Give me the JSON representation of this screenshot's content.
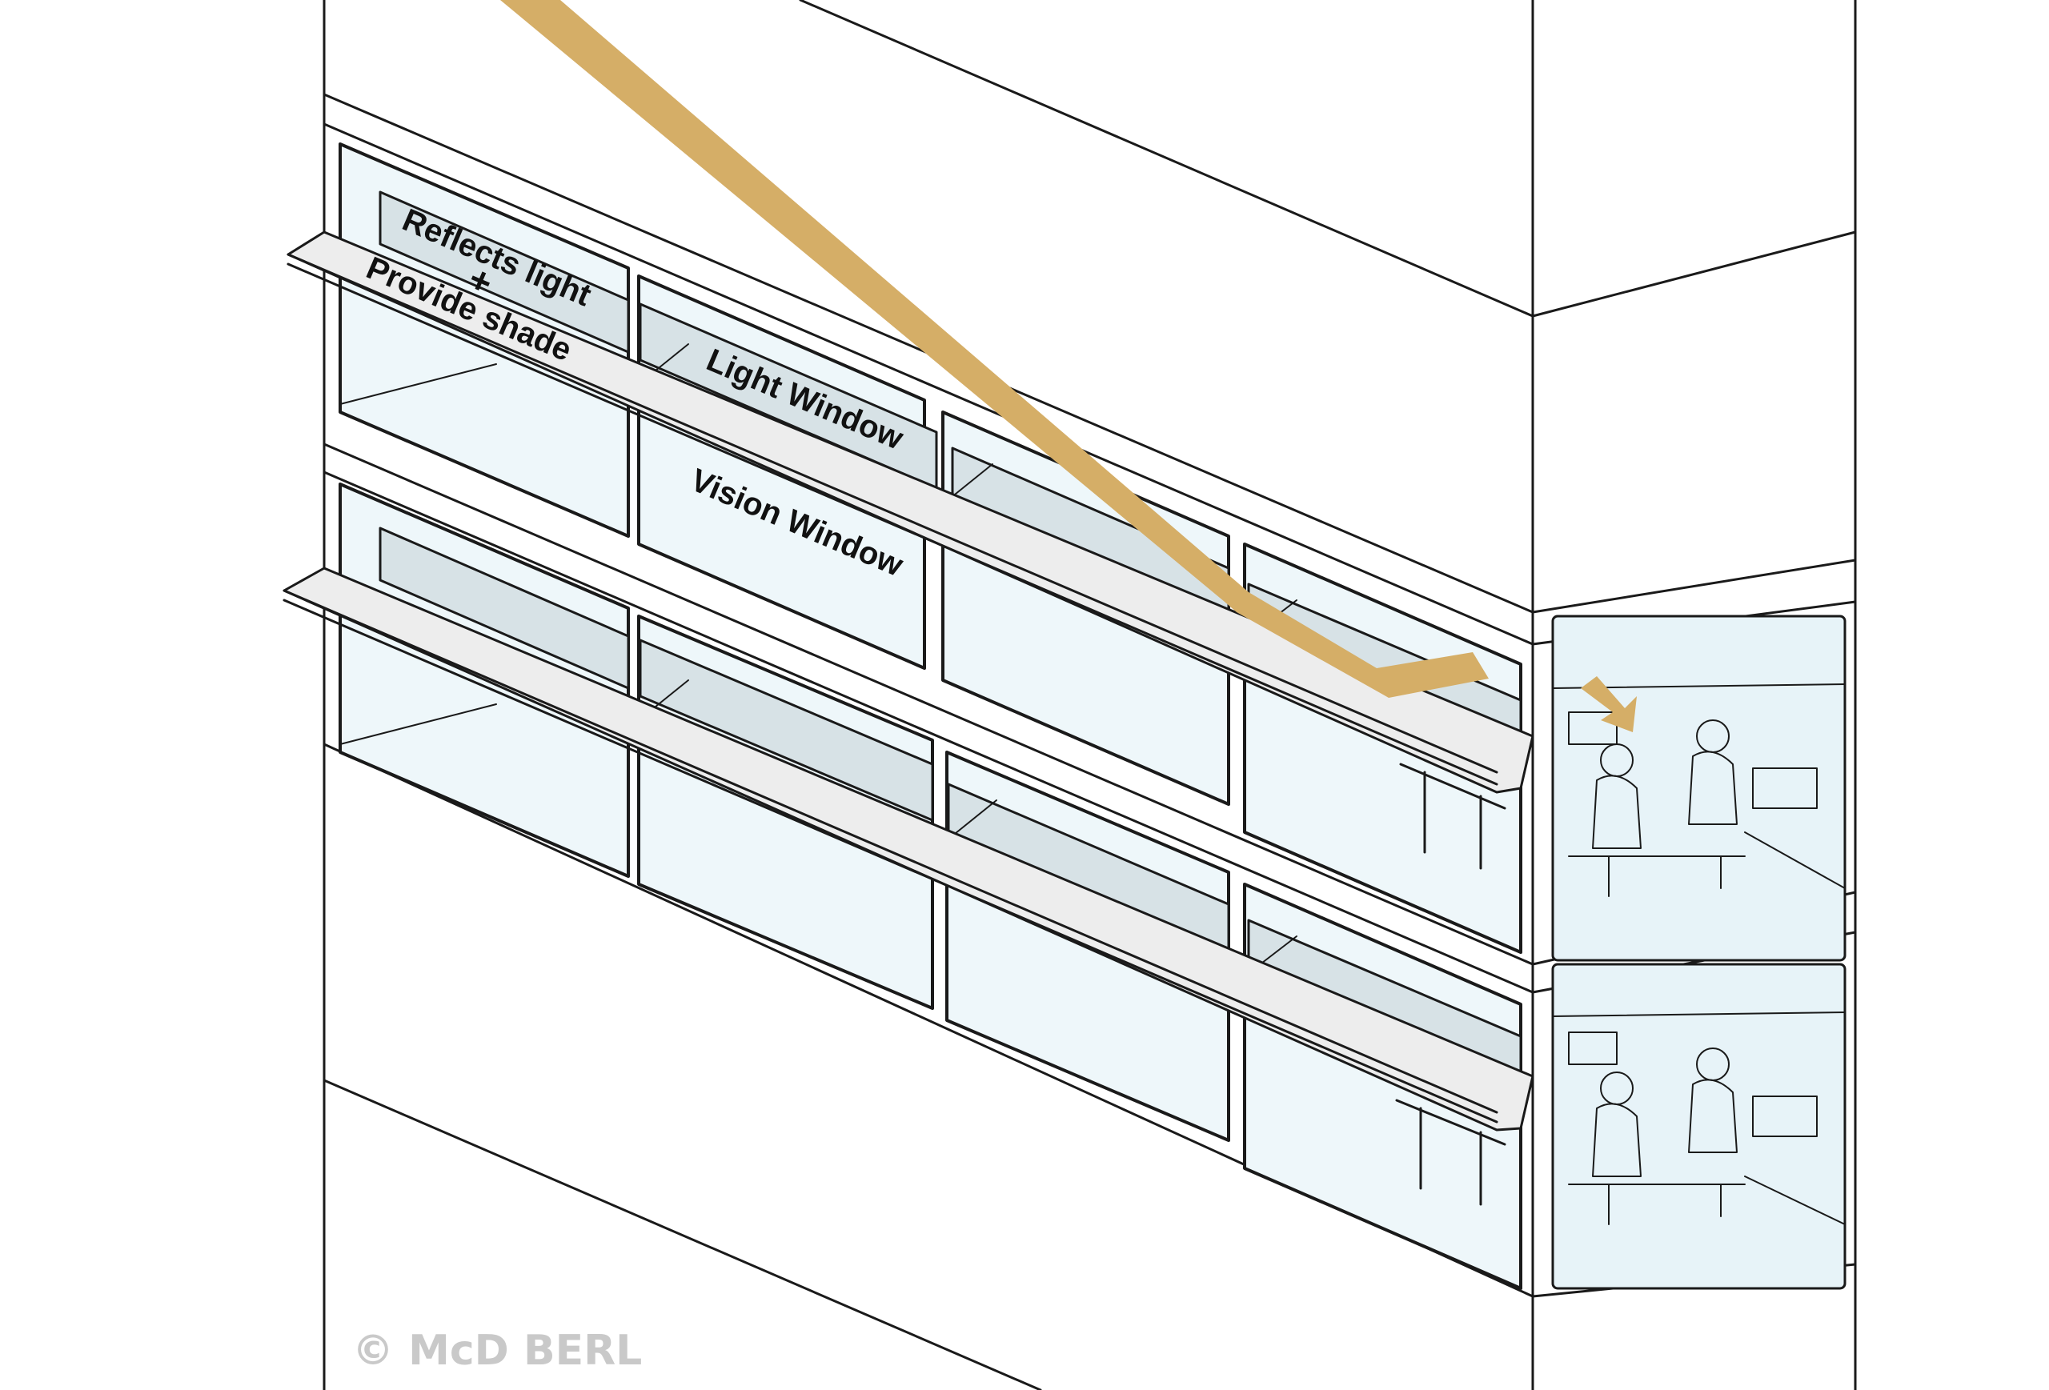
{
  "labels": {
    "shelf_note_line1": "Reflects light",
    "shelf_note_plus": "+",
    "shelf_note_line2": "Provide shade",
    "light_window": "Light Window",
    "vision_window": "Vision Window"
  },
  "watermark": "© McD BERL",
  "colors": {
    "sun_beam": "#d5ae67",
    "glass": "#eef7fa",
    "light_shelf": "#ededed",
    "line": "#1a1a1a",
    "watermark": "#c9c9c9"
  }
}
